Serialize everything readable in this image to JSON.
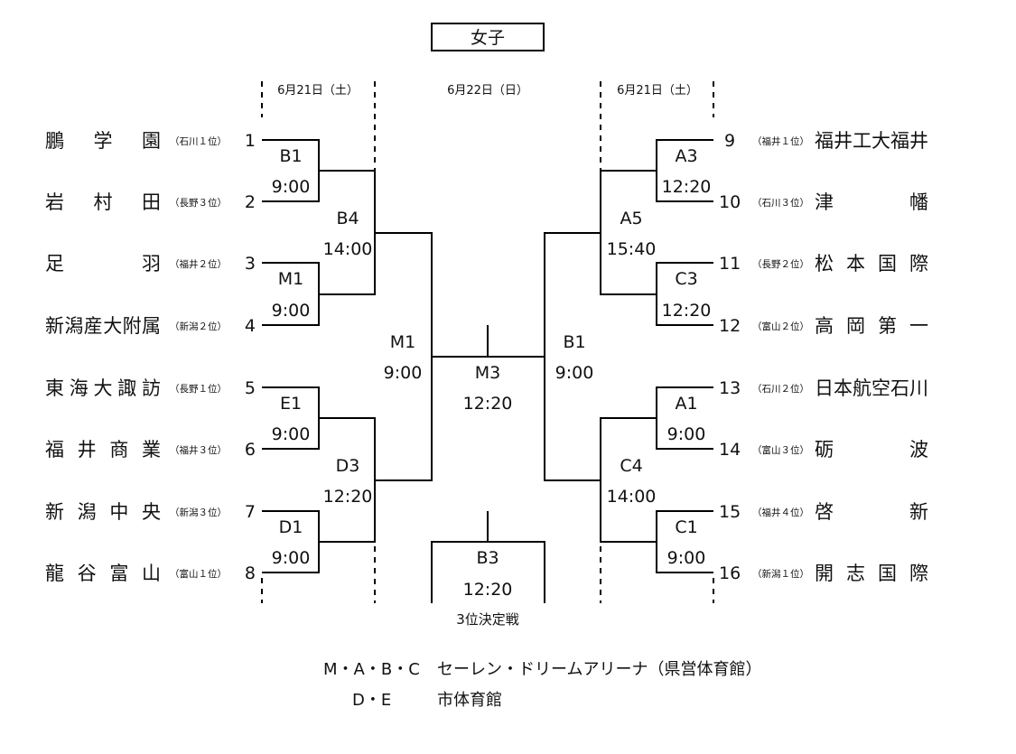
{
  "title": "女子",
  "dates": {
    "left": "6月21日（土）",
    "center": "6月22日（日）",
    "right": "6月21日（土）"
  },
  "teams_left": [
    {
      "seed": "1",
      "name": "鵬学園",
      "pref": "（石川１位）"
    },
    {
      "seed": "2",
      "name": "岩村田",
      "pref": "（長野３位）"
    },
    {
      "seed": "3",
      "name": "足羽",
      "pref": "（福井２位）"
    },
    {
      "seed": "4",
      "name": "新潟産大附属",
      "pref": "（新潟２位）"
    },
    {
      "seed": "5",
      "name": "東海大諏訪",
      "pref": "（長野１位）"
    },
    {
      "seed": "6",
      "name": "福井商業",
      "pref": "（福井３位）"
    },
    {
      "seed": "7",
      "name": "新潟中央",
      "pref": "（新潟３位）"
    },
    {
      "seed": "8",
      "name": "龍谷富山",
      "pref": "（富山１位）"
    }
  ],
  "teams_right": [
    {
      "seed": "9",
      "name": "福井工大福井",
      "pref": "（福井１位）"
    },
    {
      "seed": "10",
      "name": "津幡",
      "pref": "（石川３位）"
    },
    {
      "seed": "11",
      "name": "松本国際",
      "pref": "（長野２位）"
    },
    {
      "seed": "12",
      "name": "高岡第一",
      "pref": "（富山２位）"
    },
    {
      "seed": "13",
      "name": "日本航空石川",
      "pref": "（石川２位）"
    },
    {
      "seed": "14",
      "name": "砺波",
      "pref": "（富山３位）"
    },
    {
      "seed": "15",
      "name": "啓新",
      "pref": "（福井４位）"
    },
    {
      "seed": "16",
      "name": "開志国際",
      "pref": "（新潟１位）"
    }
  ],
  "matches": {
    "l1": {
      "court": "B1",
      "time": "9:00"
    },
    "l2": {
      "court": "M1",
      "time": "9:00"
    },
    "l3": {
      "court": "E1",
      "time": "9:00"
    },
    "l4": {
      "court": "D1",
      "time": "9:00"
    },
    "l_top": {
      "court": "B4",
      "time": "14:00"
    },
    "l_bot": {
      "court": "D3",
      "time": "12:20"
    },
    "l_semi": {
      "court": "M1",
      "time": "9:00"
    },
    "r1": {
      "court": "A3",
      "time": "12:20"
    },
    "r2": {
      "court": "C3",
      "time": "12:20"
    },
    "r3": {
      "court": "A1",
      "time": "9:00"
    },
    "r4": {
      "court": "C1",
      "time": "9:00"
    },
    "r_top": {
      "court": "A5",
      "time": "15:40"
    },
    "r_bot": {
      "court": "C4",
      "time": "14:00"
    },
    "r_semi": {
      "court": "B1",
      "time": "9:00"
    },
    "final": {
      "court": "M3",
      "time": "12:20"
    },
    "third": {
      "court": "B3",
      "time": "12:20",
      "label": "3位決定戦"
    }
  },
  "venues": [
    {
      "codes": "M・A・B・C",
      "name": "セーレン・ドリームアリーナ（県営体育館）"
    },
    {
      "codes": "D・E",
      "name": "市体育館"
    }
  ]
}
